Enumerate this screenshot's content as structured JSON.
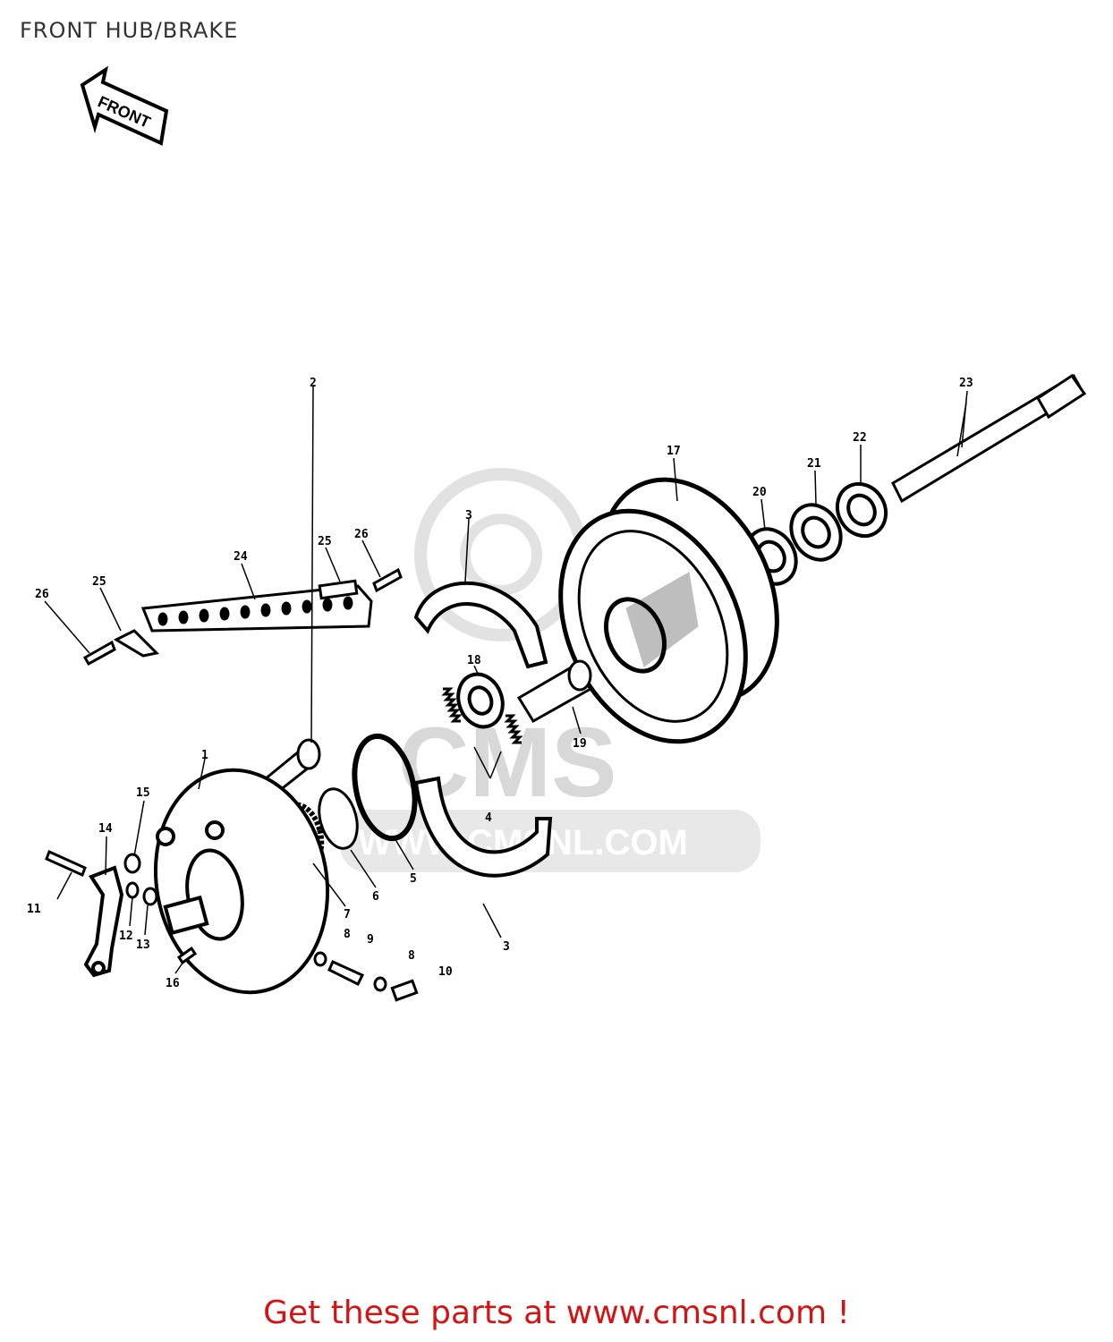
{
  "page": {
    "title": "FRONT HUB/BRAKE"
  },
  "front_arrow": {
    "label": "FRONT"
  },
  "watermark": {
    "brand": "CMS",
    "url": "WWW.CMSNL.COM"
  },
  "callouts": [
    "1",
    "2",
    "3",
    "3",
    "4",
    "5",
    "6",
    "7",
    "8",
    "8",
    "9",
    "10",
    "11",
    "12",
    "13",
    "14",
    "15",
    "16",
    "17",
    "18",
    "19",
    "20",
    "21",
    "22",
    "23",
    "24",
    "25",
    "25",
    "26",
    "26"
  ],
  "footer": {
    "link_text": "Get these parts at www.cmsnl.com !"
  },
  "colors": {
    "ink": "#000000",
    "link": "#d21414",
    "watermark": "#d8d8d8"
  }
}
